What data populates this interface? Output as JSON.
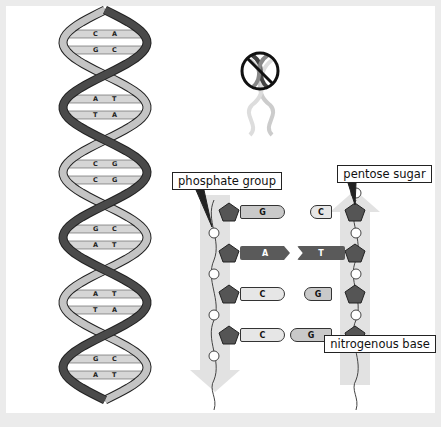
{
  "diagram": {
    "nodes": [
      {
        "text": [
          "phosphate group"
        ]
      },
      {
        "text": [
          "pentose sugar"
        ]
      },
      {
        "text": [
          "G"
        ]
      },
      {
        "text": [
          "C"
        ]
      },
      {
        "text": [
          "A"
        ]
      },
      {
        "text": [
          "T"
        ]
      },
      {
        "text": [
          "C"
        ]
      },
      {
        "text": [
          "G"
        ]
      },
      {
        "text": [
          "C"
        ]
      },
      {
        "text": [
          "G"
        ]
      },
      {
        "text": [
          "nitrogenous base"
        ]
      }
    ],
    "labels": [
      "C",
      "A",
      "G",
      "C",
      "A",
      "T",
      "T",
      "A",
      "C",
      "G",
      "C",
      "G",
      "G",
      "C",
      "A",
      "T",
      "A",
      "T",
      "T",
      "A",
      "G",
      "C",
      "A",
      "T"
    ]
  }
}
